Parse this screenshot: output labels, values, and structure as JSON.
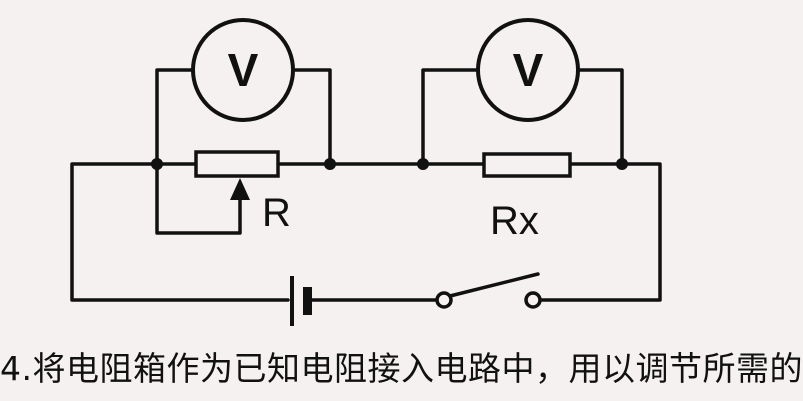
{
  "colors": {
    "background": "#f6f1f1",
    "ink": "#111111"
  },
  "meters": {
    "left_label": "V",
    "right_label": "V"
  },
  "components": {
    "rheostat_label": "R",
    "resistor_label": "Rx"
  },
  "caption": "4.将电阻箱作为已知电阻接入电路中，用以调节所需的"
}
